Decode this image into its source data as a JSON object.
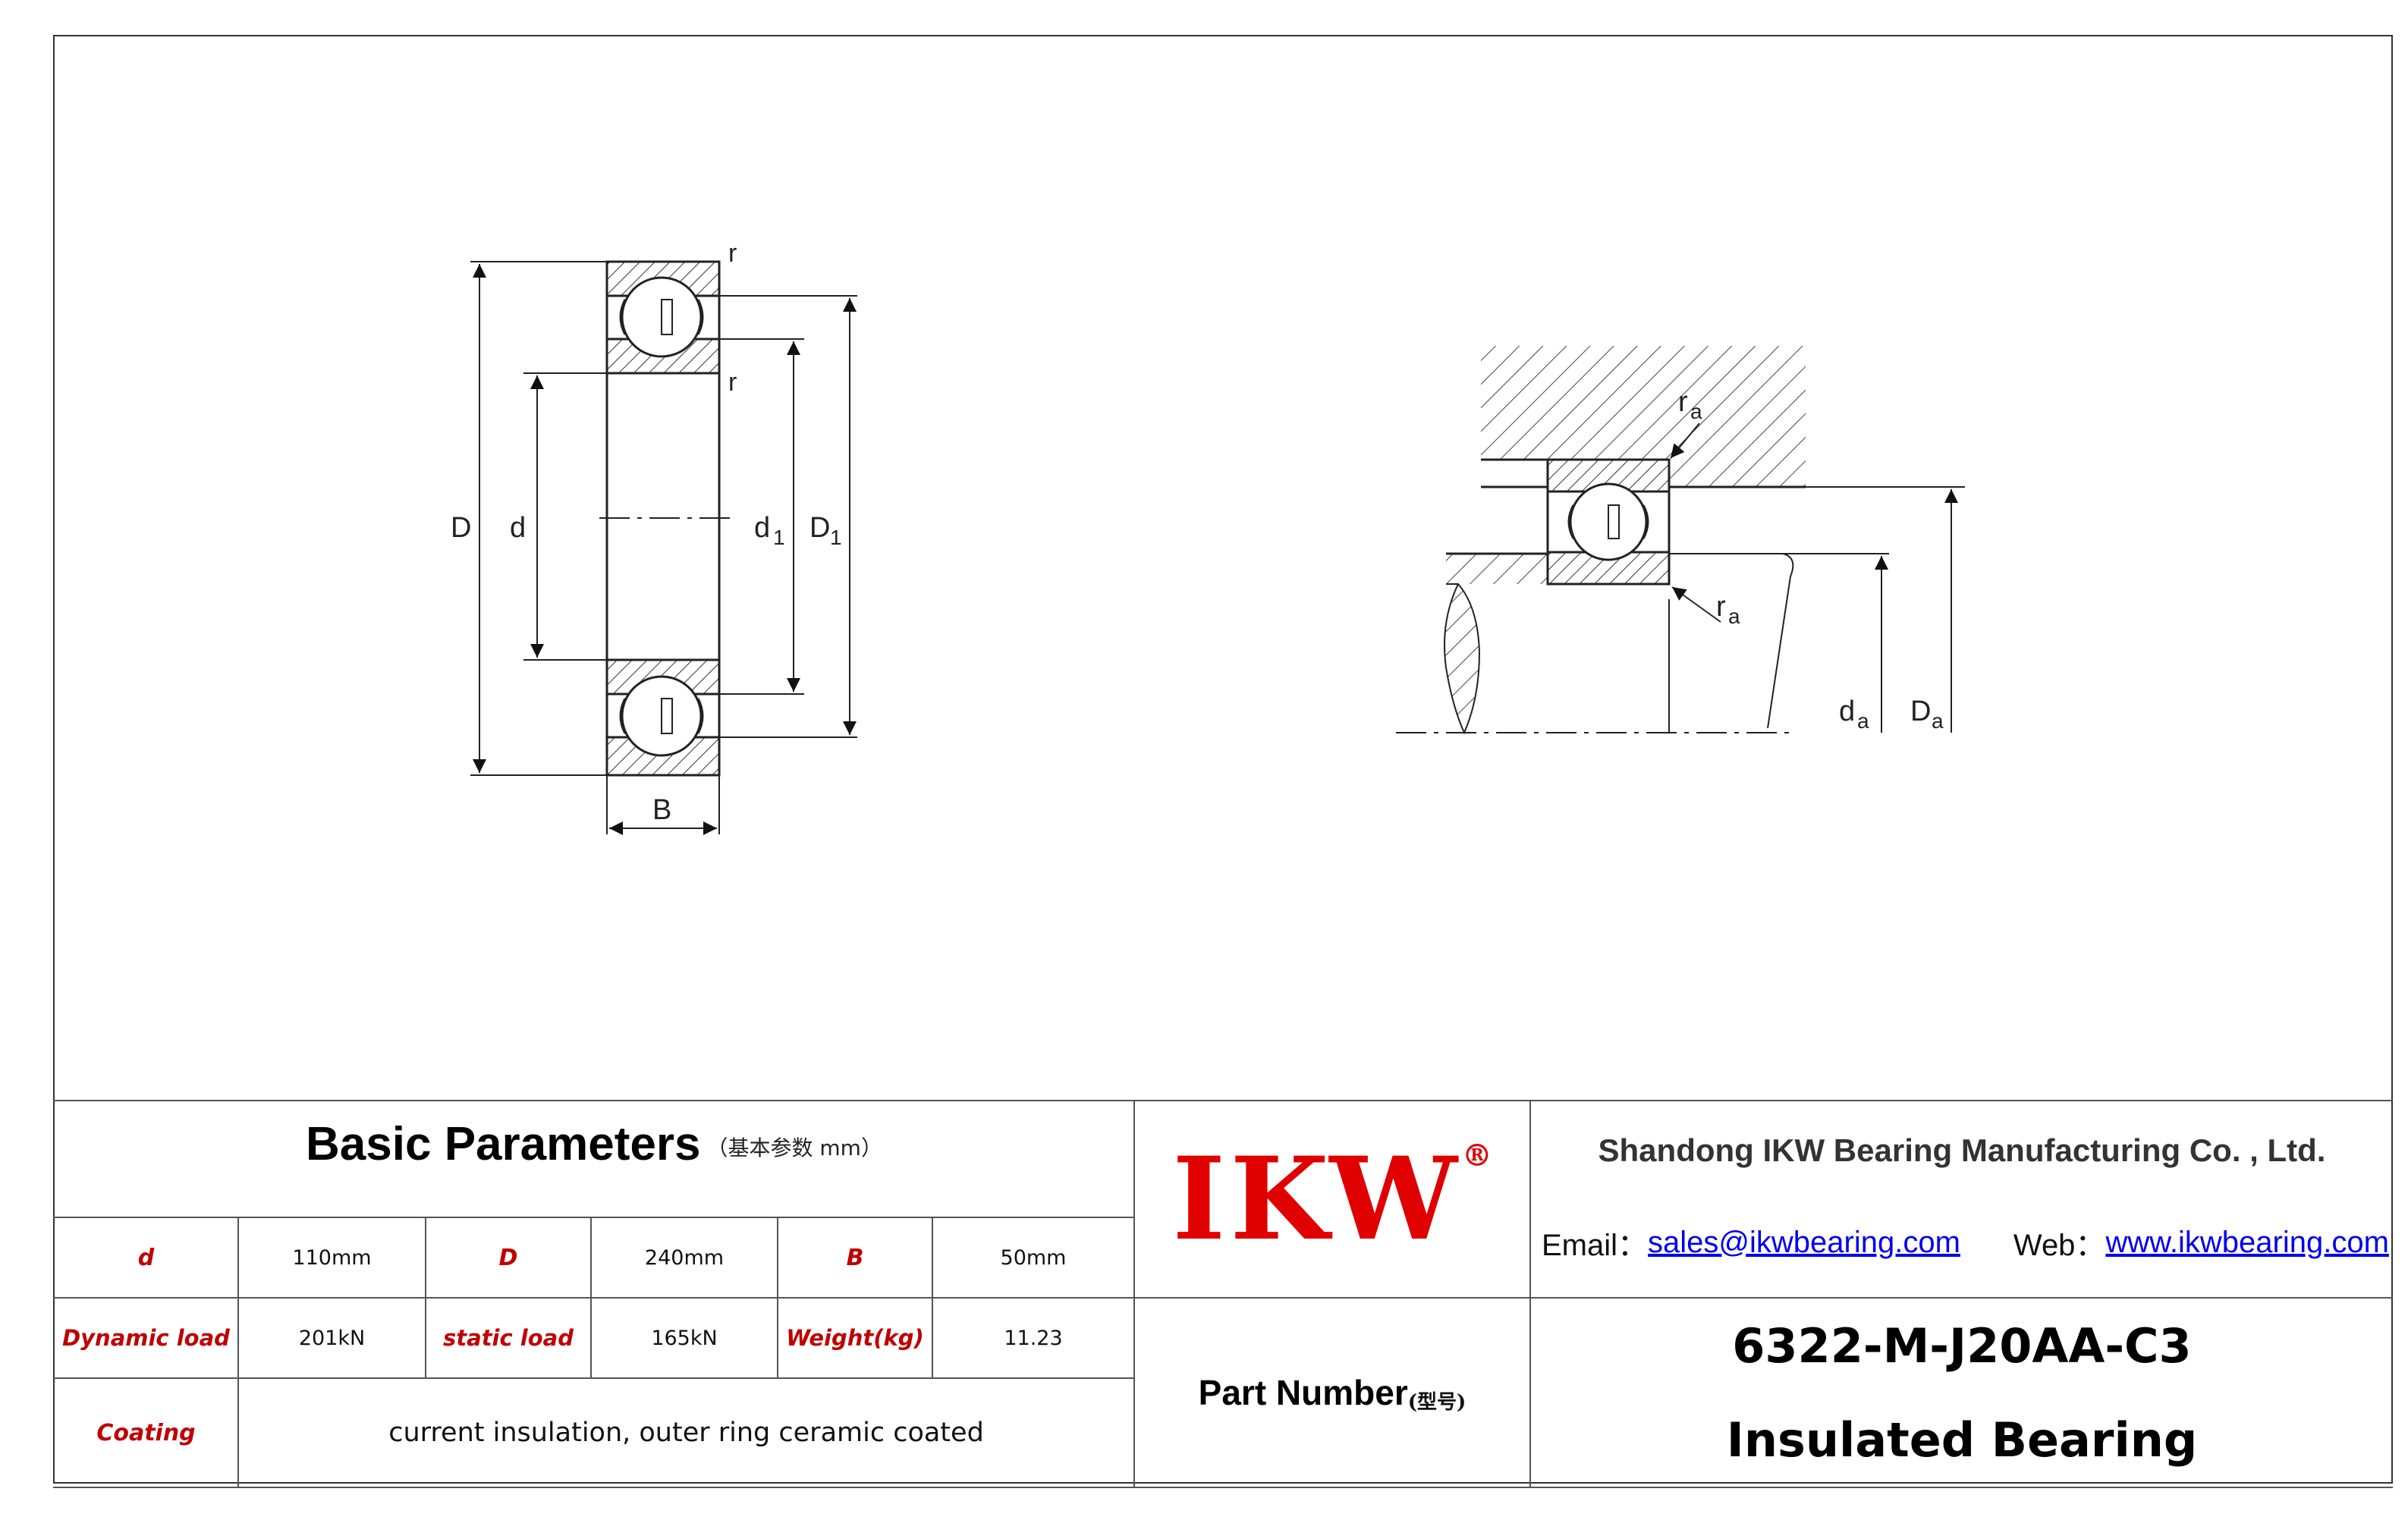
{
  "drawing_left": {
    "labels": {
      "D": "D",
      "d": "d",
      "d1": "d",
      "d1_sub": "1",
      "D1": "D",
      "D1_sub": "1",
      "B": "B",
      "r_top": "r",
      "r_mid": "r"
    }
  },
  "drawing_right": {
    "labels": {
      "ra": "r",
      "ra_sub": "a",
      "da": "d",
      "da_sub": "a",
      "Da": "D",
      "Da_sub": "a"
    }
  },
  "params": {
    "title": "Basic Parameters",
    "unit_note": "（基本参数 mm）",
    "rows": [
      [
        {
          "label": "d",
          "value": "110mm"
        },
        {
          "label": "D",
          "value": "240mm"
        },
        {
          "label": "B",
          "value": "50mm"
        }
      ],
      [
        {
          "label": "Dynamic load",
          "value": "201kN"
        },
        {
          "label": "static load",
          "value": "165kN"
        },
        {
          "label": "Weight(kg)",
          "value": "11.23"
        }
      ]
    ],
    "coating_label": "Coating",
    "coating_value": "current insulation, outer ring ceramic coated"
  },
  "brand": {
    "logo_text": "IKW",
    "registered": "®",
    "logo_color": "#e00000"
  },
  "company": {
    "name": "Shandong IKW Bearing Manufacturing Co. , Ltd.",
    "email_label": "Email：",
    "email": "sales@ikwbearing.com",
    "web_label": "Web：",
    "web": "www.ikwbearing.com"
  },
  "part": {
    "label": "Part Number",
    "label_note": "(型号)",
    "number": "6322-M-J20AA-C3",
    "type": "Insulated Bearing"
  }
}
